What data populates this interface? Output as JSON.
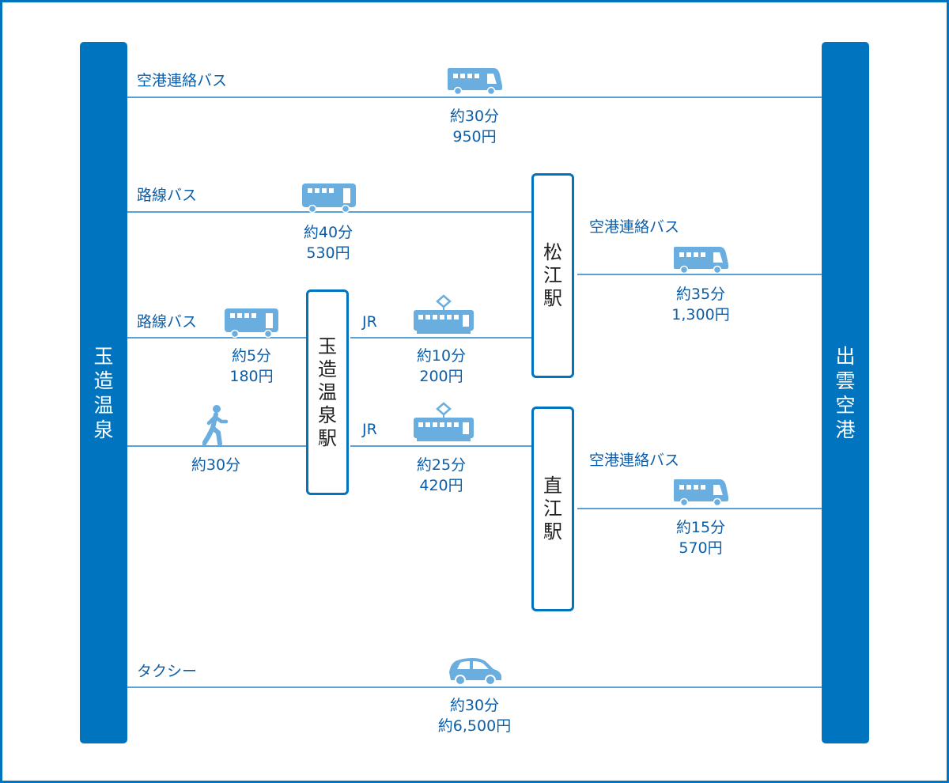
{
  "colors": {
    "primary": "#0074bf",
    "line": "#5aa2d6",
    "icon": "#6aaee0",
    "text": "#0d5ea8"
  },
  "origin": {
    "name": "玉造温泉"
  },
  "destination": {
    "name": "出雲空港"
  },
  "stations": {
    "tamatsukuri": {
      "name": "玉造温泉駅"
    },
    "matsue": {
      "name": "松江駅"
    },
    "naoe": {
      "name": "直江駅"
    }
  },
  "routes": {
    "airport_bus_direct": {
      "label": "空港連絡バス",
      "icon": "bus-icon",
      "time": "約30分",
      "fare": "950円"
    },
    "route_bus_matsue": {
      "label": "路線バス",
      "icon": "bus-icon",
      "time": "約40分",
      "fare": "530円"
    },
    "airport_bus_matsue": {
      "label": "空港連絡バス",
      "icon": "bus-icon",
      "time": "約35分",
      "fare": "1,300円"
    },
    "route_bus_station": {
      "label": "路線バス",
      "icon": "bus-icon",
      "time": "約5分",
      "fare": "180円"
    },
    "jr_matsue": {
      "label": "JR",
      "icon": "train-icon",
      "time": "約10分",
      "fare": "200円"
    },
    "walk_station": {
      "label": "",
      "icon": "walking-person-icon",
      "time": "約30分"
    },
    "jr_naoe": {
      "label": "JR",
      "icon": "train-icon",
      "time": "約25分",
      "fare": "420円"
    },
    "airport_bus_naoe": {
      "label": "空港連絡バス",
      "icon": "bus-icon",
      "time": "約15分",
      "fare": "570円"
    },
    "taxi": {
      "label": "タクシー",
      "icon": "car-icon",
      "time": "約30分",
      "fare": "約6,500円"
    }
  }
}
